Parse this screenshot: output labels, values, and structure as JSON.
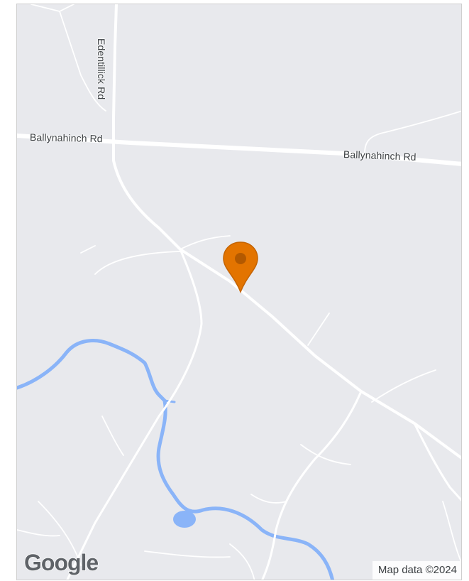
{
  "map": {
    "roads": {
      "ballynahinch_left": "Ballynahinch Rd",
      "ballynahinch_right": "Ballynahinch Rd",
      "edentillick": "Edentillick Rd"
    },
    "marker": {
      "icon": "map-pin-icon",
      "color": "#e37400",
      "dot_color": "#b35900"
    },
    "colors": {
      "land": "#e8e9ed",
      "road": "#ffffff",
      "water": "#8ab4f8"
    }
  },
  "branding": {
    "logo": "Google",
    "attribution": "Map data ©2024"
  }
}
